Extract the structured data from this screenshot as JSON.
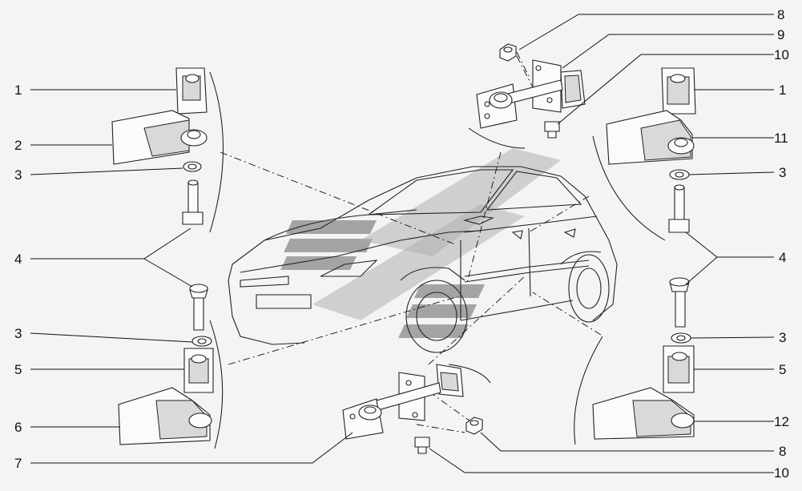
{
  "diagram": {
    "callouts": [
      {
        "id": "l1",
        "text": "1"
      },
      {
        "id": "l2",
        "text": "2"
      },
      {
        "id": "l3a",
        "text": "3"
      },
      {
        "id": "l4",
        "text": "4"
      },
      {
        "id": "l3b",
        "text": "3"
      },
      {
        "id": "l5",
        "text": "5"
      },
      {
        "id": "l6",
        "text": "6"
      },
      {
        "id": "l7",
        "text": "7"
      },
      {
        "id": "r8a",
        "text": "8"
      },
      {
        "id": "r9",
        "text": "9"
      },
      {
        "id": "r10a",
        "text": "10"
      },
      {
        "id": "r1",
        "text": "1"
      },
      {
        "id": "r11",
        "text": "11"
      },
      {
        "id": "r3a",
        "text": "3"
      },
      {
        "id": "r4",
        "text": "4"
      },
      {
        "id": "r3b",
        "text": "3"
      },
      {
        "id": "r5",
        "text": "5"
      },
      {
        "id": "r12",
        "text": "12"
      },
      {
        "id": "r8b",
        "text": "8"
      },
      {
        "id": "r10b",
        "text": "10"
      }
    ]
  }
}
